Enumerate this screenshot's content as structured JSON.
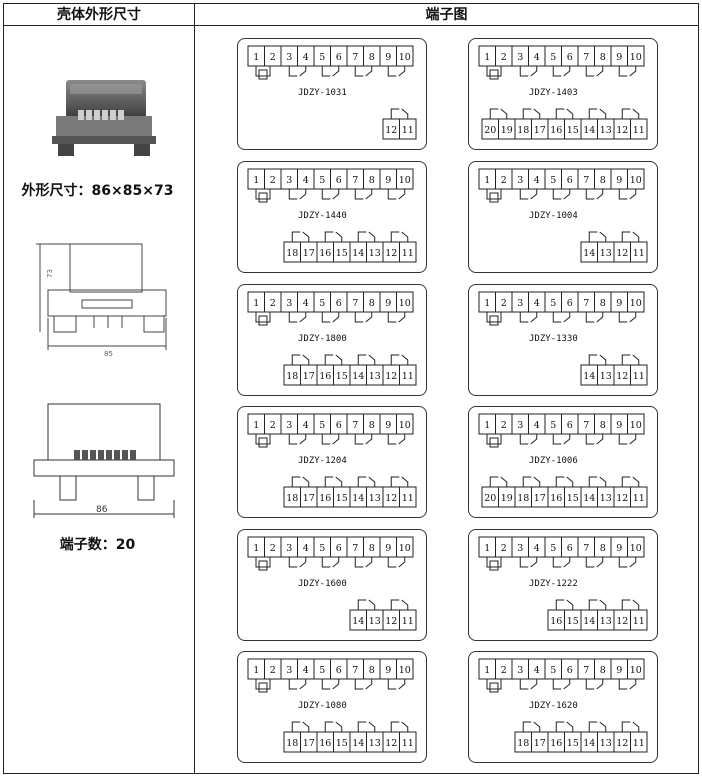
{
  "header": {
    "left": "壳体外形尺寸",
    "right": "端子图"
  },
  "left": {
    "dimension_text": "外形尺寸：86×85×73",
    "side_height": "73",
    "side_width": "85",
    "front_width": "86",
    "terminal_count_text": "端子数：20",
    "product_photo": "relay-housing-photo"
  },
  "terminal_top": [
    "1",
    "2",
    "3",
    "4",
    "5",
    "6",
    "7",
    "8",
    "9",
    "10"
  ],
  "diagrams": [
    {
      "model": "JDZY-1031",
      "bottom": [
        "12",
        "11"
      ]
    },
    {
      "model": "JDZY-1403",
      "bottom": [
        "20",
        "19",
        "18",
        "17",
        "16",
        "15",
        "14",
        "13",
        "12",
        "11"
      ]
    },
    {
      "model": "JDZY-1440",
      "bottom": [
        "18",
        "17",
        "16",
        "15",
        "14",
        "13",
        "12",
        "11"
      ]
    },
    {
      "model": "JDZY-1004",
      "bottom": [
        "14",
        "13",
        "12",
        "11"
      ]
    },
    {
      "model": "JDZY-1800",
      "bottom": [
        "18",
        "17",
        "16",
        "15",
        "14",
        "13",
        "12",
        "11"
      ]
    },
    {
      "model": "JDZY-1330",
      "bottom": [
        "14",
        "13",
        "12",
        "11"
      ]
    },
    {
      "model": "JDZY-1204",
      "bottom": [
        "18",
        "17",
        "16",
        "15",
        "14",
        "13",
        "12",
        "11"
      ]
    },
    {
      "model": "JDZY-1006",
      "bottom": [
        "20",
        "19",
        "18",
        "17",
        "16",
        "15",
        "14",
        "13",
        "12",
        "11"
      ]
    },
    {
      "model": "JDZY-1600",
      "bottom": [
        "14",
        "13",
        "12",
        "11"
      ]
    },
    {
      "model": "JDZY-1222",
      "bottom": [
        "16",
        "15",
        "14",
        "13",
        "12",
        "11"
      ]
    },
    {
      "model": "JDZY-1080",
      "bottom": [
        "18",
        "17",
        "16",
        "15",
        "14",
        "13",
        "12",
        "11"
      ]
    },
    {
      "model": "JDZY-1620",
      "bottom": [
        "18",
        "17",
        "16",
        "15",
        "14",
        "13",
        "12",
        "11"
      ]
    }
  ]
}
